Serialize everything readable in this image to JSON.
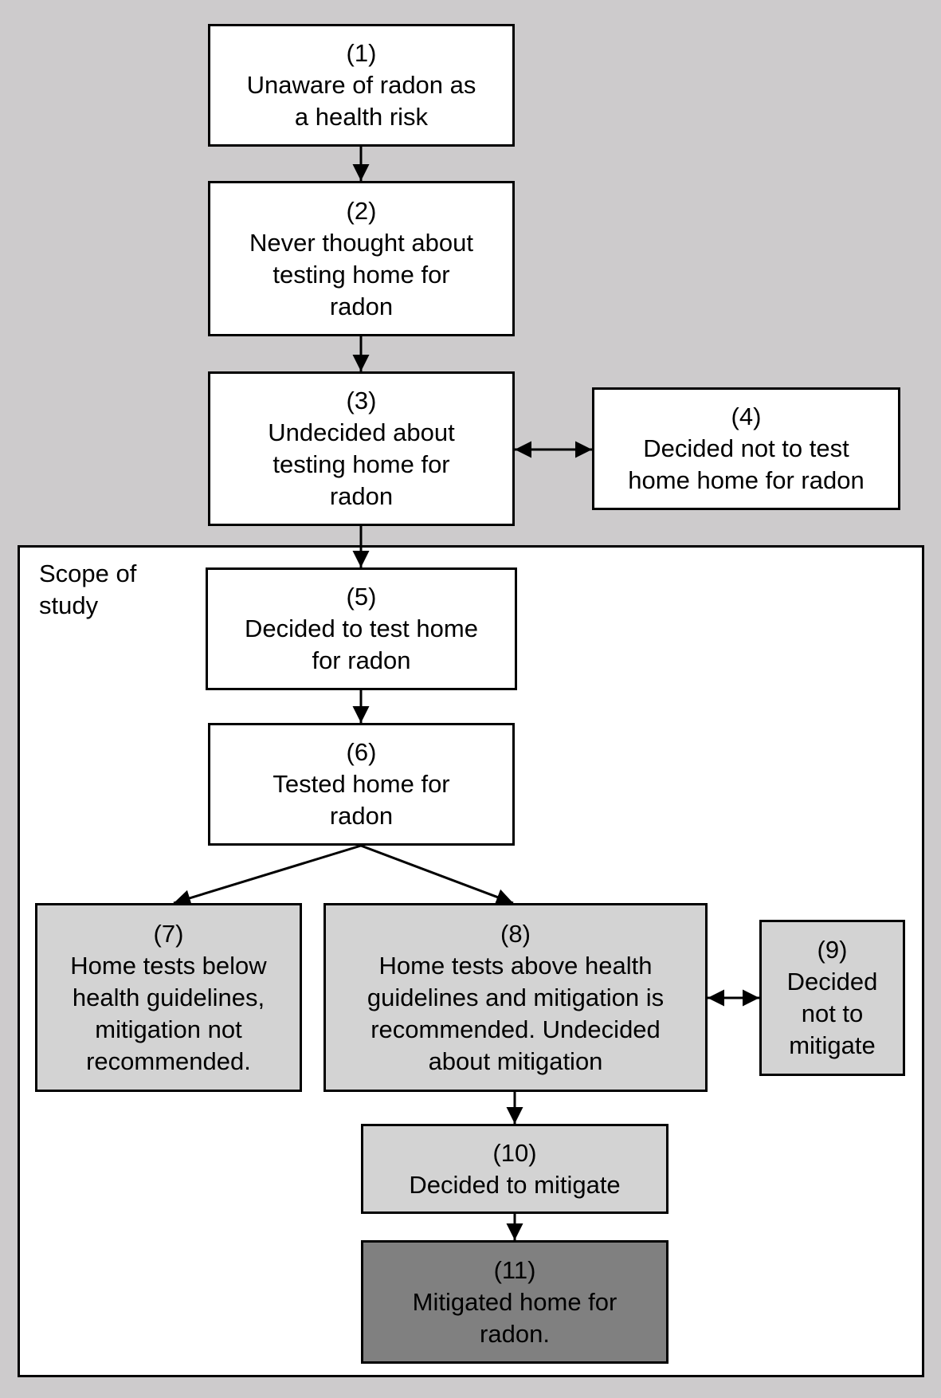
{
  "scope": {
    "label": "Scope of\nstudy"
  },
  "nodes": [
    {
      "id": "n1",
      "num": "(1)",
      "text": "Unaware of radon as a health risk"
    },
    {
      "id": "n2",
      "num": "(2)",
      "text": "Never thought about testing home for radon"
    },
    {
      "id": "n3",
      "num": "(3)",
      "text": "Undecided about testing home for radon"
    },
    {
      "id": "n4",
      "num": "(4)",
      "text": "Decided not to test home home for radon"
    },
    {
      "id": "n5",
      "num": "(5)",
      "text": "Decided to test home for radon"
    },
    {
      "id": "n6",
      "num": "(6)",
      "text": "Tested home for radon"
    },
    {
      "id": "n7",
      "num": "(7)",
      "text": "Home tests below health guidelines, mitigation not recommended."
    },
    {
      "id": "n8",
      "num": "(8)",
      "text": "Home tests above health guidelines and mitigation is recommended. Undecided about mitigation"
    },
    {
      "id": "n9",
      "num": "(9)",
      "text": "Decided not to mitigate"
    },
    {
      "id": "n10",
      "num": "(10)",
      "text": "Decided to mitigate"
    },
    {
      "id": "n11",
      "num": "(11)",
      "text": "Mitigated home for radon."
    }
  ],
  "edges": [
    {
      "from": "n1",
      "to": "n2",
      "dir": "forward"
    },
    {
      "from": "n2",
      "to": "n3",
      "dir": "forward"
    },
    {
      "from": "n3",
      "to": "n4",
      "dir": "both"
    },
    {
      "from": "n3",
      "to": "n5",
      "dir": "forward"
    },
    {
      "from": "n5",
      "to": "n6",
      "dir": "forward"
    },
    {
      "from": "n6",
      "to": "n7",
      "dir": "forward"
    },
    {
      "from": "n6",
      "to": "n8",
      "dir": "forward"
    },
    {
      "from": "n8",
      "to": "n9",
      "dir": "both"
    },
    {
      "from": "n8",
      "to": "n10",
      "dir": "forward"
    },
    {
      "from": "n10",
      "to": "n11",
      "dir": "forward"
    }
  ]
}
